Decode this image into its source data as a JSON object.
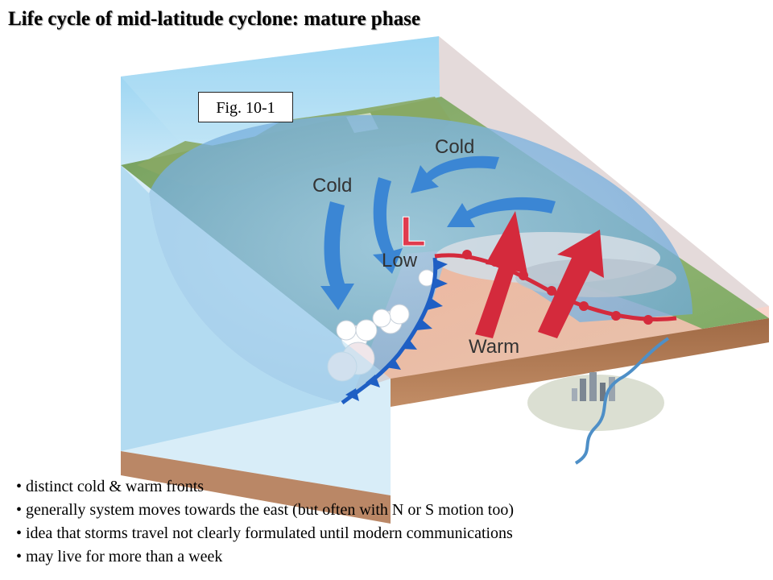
{
  "title": "Life cycle of mid-latitude cyclone: mature phase",
  "figure_label": "Fig. 10-1",
  "diagram_labels": {
    "cold_upper": "Cold",
    "cold_left": "Cold",
    "low_symbol": "L",
    "low_text": "Low",
    "warm": "Warm"
  },
  "bullets": [
    "• distinct cold & warm fronts",
    "• generally system moves towards the east (but often with N or S motion too)",
    "• idea that storms travel not clearly formulated until modern communications",
    "• may live for more than a week"
  ],
  "colors": {
    "cold_arrow": "#3b86d4",
    "warm_arrow": "#d42a3c",
    "cold_front": "#1f5fc4",
    "warm_front": "#d42a3c",
    "sky": "#8ccfee",
    "ground_side": "#b27a55"
  },
  "icons": [
    "cloud-icon",
    "city-icon",
    "river-icon"
  ]
}
